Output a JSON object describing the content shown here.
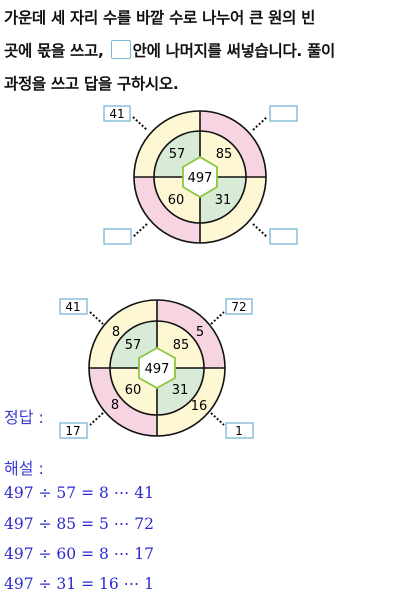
{
  "problem": {
    "line1": "가운데 세 자리 수를 바깥 수로 나누어 큰 원의 빈",
    "line2_before": "곳에 몫을 쓰고,",
    "line2_after": "안에 나머지를 써넣습니다. 풀이",
    "line3": "과정을 쓰고 답을 구하시오."
  },
  "question_figure": {
    "center": "497",
    "divisors": [
      "57",
      "85",
      "60",
      "31"
    ],
    "remainder_boxes": [
      "41",
      "",
      "",
      ""
    ]
  },
  "answer": {
    "label": "정답 :",
    "center": "497",
    "divisors": [
      "57",
      "85",
      "60",
      "31"
    ],
    "quotients": [
      "8",
      "5",
      "8",
      "16"
    ],
    "remainders": [
      "41",
      "72",
      "17",
      "1"
    ]
  },
  "solution": {
    "title": "해설 :",
    "lines": [
      "497 ÷ 57 = 8 ⋯ 41",
      "497 ÷ 85 = 5 ⋯ 72",
      "497 ÷ 60 = 8 ⋯ 17",
      "497 ÷ 31 = 16 ⋯ 1"
    ]
  },
  "colors": {
    "yellow": "#fdf7d4",
    "pink": "#f7d4e2",
    "green": "#d8ebd6",
    "box_border": "#7ab6d6",
    "hexagon": "#8cc63f",
    "solution_text": "#2a2ad0"
  }
}
